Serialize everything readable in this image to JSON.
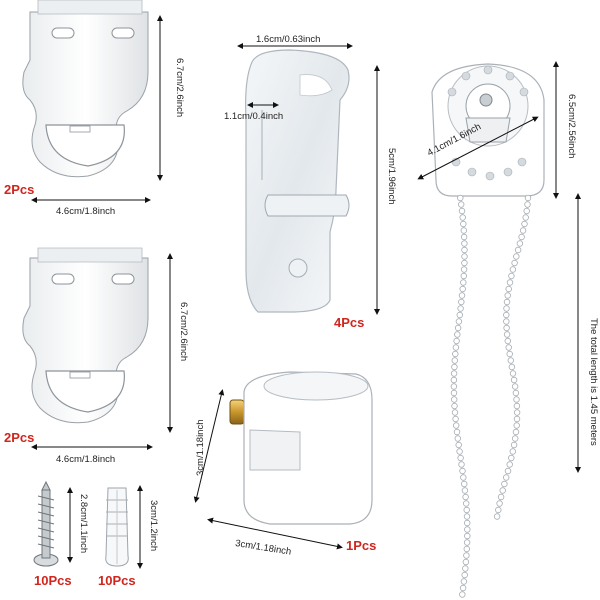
{
  "bracket_top": {
    "height": "6.7cm/2.6inch",
    "width": "4.6cm/1.8inch",
    "qty": "2Pcs"
  },
  "bracket_bottom": {
    "height": "6.7cm/2.6inch",
    "width": "4.6cm/1.8inch",
    "qty": "2Pcs"
  },
  "clip": {
    "width": "1.6cm/0.63inch",
    "inner": "1.1cm/0.4inch",
    "height": "5cm/1.96inch",
    "qty": "4Pcs"
  },
  "clutch": {
    "height": "6.5cm/2.56inch",
    "diameter": "4.1cm/1.6inch"
  },
  "chain": {
    "length": "The total length is 1.45 meters"
  },
  "end_plug": {
    "height": "3cm/1.18inch",
    "width": "3cm/1.18inch",
    "qty": "1Pcs"
  },
  "screw": {
    "length": "2.8cm/1.1inch",
    "qty": "10Pcs"
  },
  "anchor": {
    "length": "3cm/1.2inch",
    "qty": "10Pcs"
  }
}
